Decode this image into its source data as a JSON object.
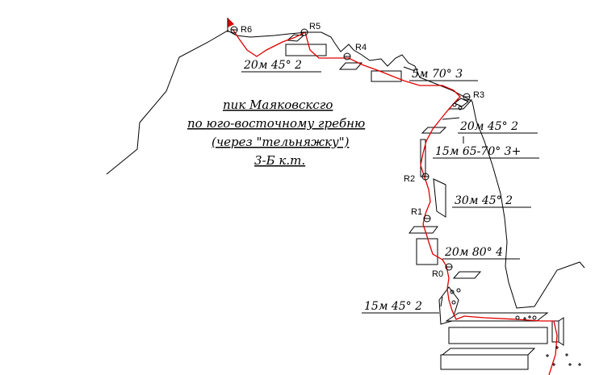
{
  "title": {
    "line1": "пик Маяковскcго",
    "line2": "по юго-восточному гребню",
    "line3": "(через \"тельняжку\")",
    "line4": "3-Б к.т."
  },
  "belays": [
    "R0",
    "R1",
    "R2",
    "R3",
    "R4",
    "R5",
    "R6"
  ],
  "pitches": [
    "15м 45°  2",
    "20м 80°  4",
    "30м 45°  2",
    "15м 65-70°  3+",
    "20м 45°  2",
    "5м 70°  3",
    "20м 45°  2"
  ],
  "colors": {
    "route": "#e00000",
    "flag": "#e00000",
    "ink": "#000000"
  }
}
